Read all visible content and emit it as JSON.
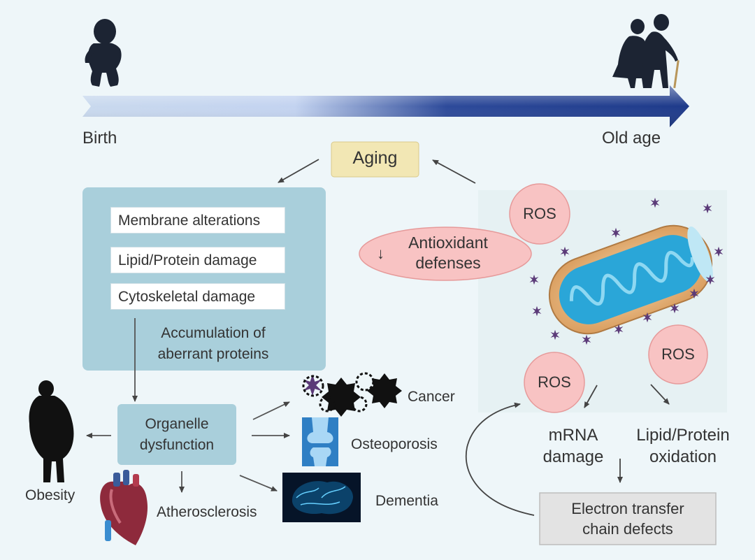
{
  "timeline": {
    "start_label": "Birth",
    "end_label": "Old age"
  },
  "center": {
    "aging_label": "Aging"
  },
  "damage_box": {
    "items": [
      "Membrane alterations",
      "Lipid/Protein damage",
      "Cytoskeletal damage"
    ],
    "accumulation_label": "Accumulation of aberrant proteins"
  },
  "organelle": {
    "label": "Organelle dysfunction"
  },
  "outcomes": {
    "obesity": "Obesity",
    "atherosclerosis": "Atherosclerosis",
    "cancer": "Cancer",
    "osteoporosis": "Osteoporosis",
    "dementia": "Dementia"
  },
  "oxidative": {
    "ros_label": "ROS",
    "antioxidant_label": "Antioxidant defenses",
    "antioxidant_arrow": "↓",
    "mrna_label": "mRNA damage",
    "lipid_label": "Lipid/Protein oxidation",
    "etc_label": "Electron transfer chain defects"
  },
  "colors": {
    "background": "#eef6f9",
    "damage_box": "#a9cfdb",
    "aging_box": "#f2e7b4",
    "ros_fill": "#f8c3c3",
    "ros_stroke": "#e69a9a",
    "timeline_arrow": "#1e3a8a",
    "etc_box": "#e3e3e3"
  }
}
